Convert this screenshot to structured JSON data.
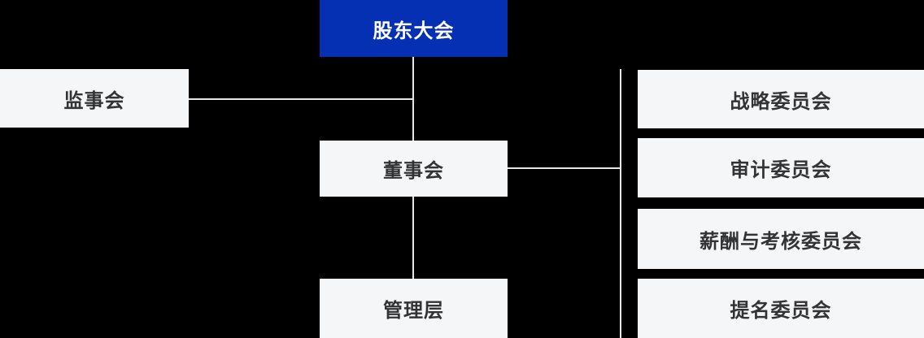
{
  "diagram_title": "corporate-governance-structure",
  "colors": {
    "background": "#000000",
    "node_bg": "#F5F6F8",
    "primary_node": "#0630B3",
    "node_text": "#333333",
    "primary_text": "#FFFFFF",
    "line": "#E7E7E7"
  },
  "nodes": {
    "shareholders": {
      "label": "股东大会"
    },
    "supervisory": {
      "label": "监事会"
    },
    "board": {
      "label": "董事会"
    },
    "management": {
      "label": "管理层"
    },
    "committees": [
      {
        "label": "战略委员会"
      },
      {
        "label": "审计委员会"
      },
      {
        "label": "薪酬与考核委员会"
      },
      {
        "label": "提名委员会"
      }
    ]
  },
  "edges": [
    {
      "from": "股东大会",
      "to": "董事会",
      "type": "vertical"
    },
    {
      "from": "董事会",
      "to": "管理层",
      "type": "vertical"
    },
    {
      "from": "监事会",
      "to": "股东大会-董事会连线",
      "type": "horizontal"
    },
    {
      "from": "董事会",
      "to": "委员会纵线",
      "type": "horizontal"
    },
    {
      "from": "委员会纵线",
      "to": "各专门委员会",
      "type": "trunk"
    }
  ]
}
